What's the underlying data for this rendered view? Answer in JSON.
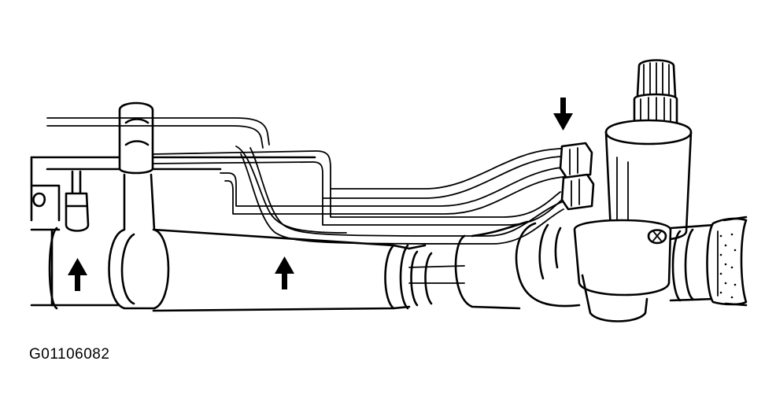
{
  "figure": {
    "caption": "G01106082",
    "ink_color": "#000000",
    "background_color": "#ffffff",
    "callouts": [
      {
        "name": "arrow-down-valve-fitting",
        "direction": "down"
      },
      {
        "name": "arrow-up-left-fitting",
        "direction": "up"
      },
      {
        "name": "arrow-up-line-bend",
        "direction": "up"
      }
    ]
  }
}
